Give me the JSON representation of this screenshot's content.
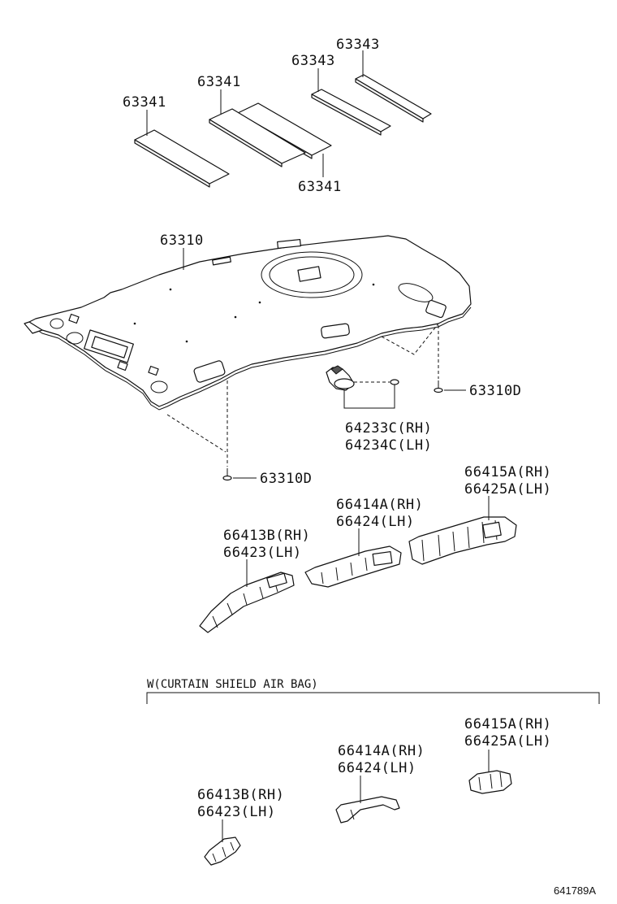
{
  "labels": {
    "p63343_top": "63343",
    "p63343_mid": "63343",
    "p63341_a": "63341",
    "p63341_b": "63341",
    "p63341_c": "63341",
    "p63310": "63310",
    "p63310d_right": "63310D",
    "p63310d_left": "63310D",
    "p64233c": "64233C(RH)",
    "p64234c": "64234C(LH)",
    "p66415a_rh": "66415A(RH)",
    "p66425a_lh": "66425A(LH)",
    "p66414a_rh": "66414A(RH)",
    "p66424_lh": "66424(LH)",
    "p66413b_rh": "66413B(RH)",
    "p66423_lh": "66423(LH)",
    "airbag_note": "W(CURTAIN SHIELD AIR BAG)",
    "p66415a_rh_2": "66415A(RH)",
    "p66425a_lh_2": "66425A(LH)",
    "p66414a_rh_2": "66414A(RH)",
    "p66424_lh_2": "66424(LH)",
    "p66413b_rh_2": "66413B(RH)",
    "p66423_lh_2": "66423(LH)",
    "figure_code": "641789A"
  }
}
